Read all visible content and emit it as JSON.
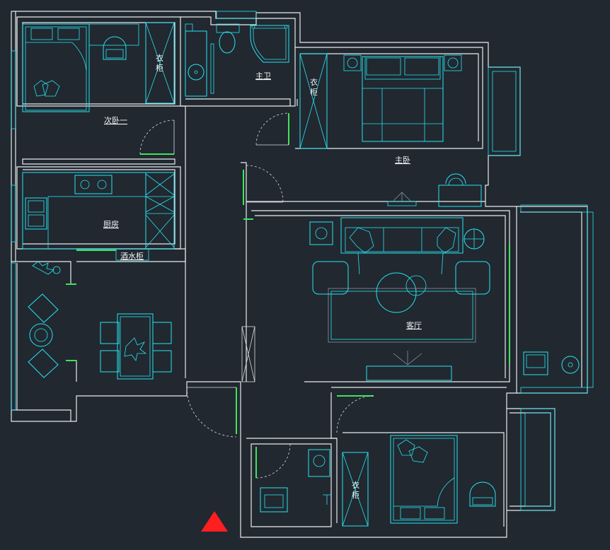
{
  "plan": {
    "colors": {
      "background": "#212830",
      "walls": "#e8eaec",
      "furniture": "#27e4f0",
      "windows_doors": "#3ee35a",
      "north_marker": "#ff1f1f"
    },
    "rooms": {
      "second_bedroom": "次卧一",
      "master_bath": "主卫",
      "master_bedroom": "主卧",
      "kitchen": "厨房",
      "wine_cabinet": "酒水柜",
      "living_room": "客厅"
    },
    "wardrobe_char1": "衣",
    "wardrobe_char2": "柜",
    "icons": {
      "north_marker": "red-triangle"
    }
  }
}
